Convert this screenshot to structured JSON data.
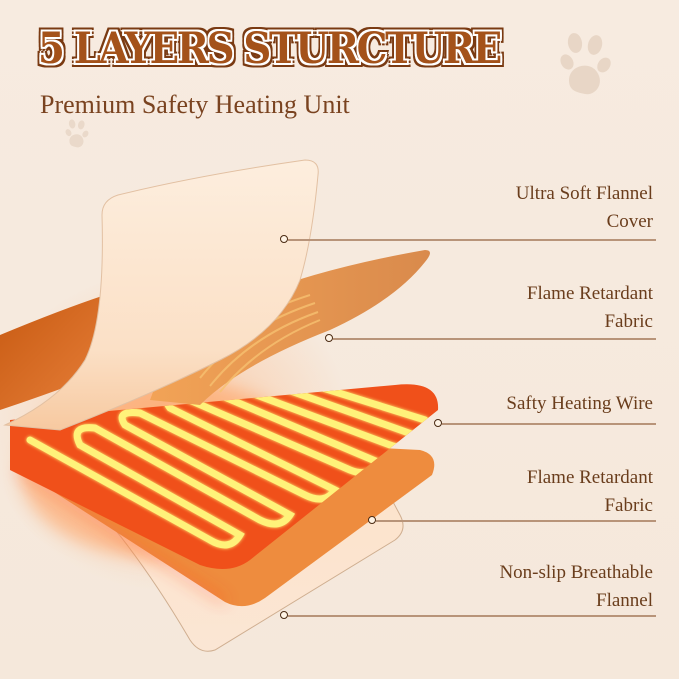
{
  "header": {
    "title": "5 LAYERS STURCTURE",
    "subtitle": "Premium Safety Heating Unit"
  },
  "layers": [
    {
      "line1": "Ultra Soft Flannel",
      "line2": "Cover"
    },
    {
      "line1": "Flame Retardant",
      "line2": "Fabric"
    },
    {
      "line1": "Safty Heating Wire",
      "line2": ""
    },
    {
      "line1": "Flame Retardant",
      "line2": "Fabric"
    },
    {
      "line1": "Non-slip Breathable",
      "line2": "Flannel"
    }
  ],
  "icons": [
    "paw-print-icon",
    "paw-print-icon"
  ],
  "colors": {
    "background": "#f6e9dd",
    "title_fill": "#a4521a",
    "title_outline": "#7a3a12",
    "label_text": "#6a3d1c",
    "leader_line": "#b89479",
    "heating_pad": "#f0501a",
    "heating_wire": "#fff27a",
    "fabric_orange": "#ee8c3e",
    "flannel_cream": "#fde3cb"
  }
}
